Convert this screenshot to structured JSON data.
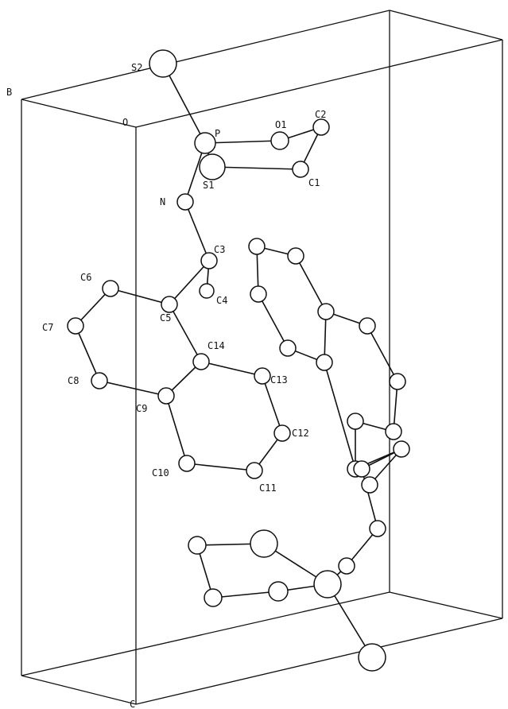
{
  "axis_labels": {
    "b": "B",
    "o": "O",
    "c": "C"
  },
  "atoms": [
    {
      "id": "S2",
      "label": "S2",
      "r": 17
    },
    {
      "id": "P",
      "label": "P",
      "r": 13
    },
    {
      "id": "O1",
      "label": "O1",
      "r": 11
    },
    {
      "id": "C2",
      "label": "C2",
      "r": 10
    },
    {
      "id": "S1",
      "label": "S1",
      "r": 16
    },
    {
      "id": "C1",
      "label": "C1",
      "r": 10
    },
    {
      "id": "N",
      "label": "N",
      "r": 10
    },
    {
      "id": "C3",
      "label": "C3",
      "r": 10
    },
    {
      "id": "C4",
      "label": "C4",
      "r": 9
    },
    {
      "id": "C5",
      "label": "C5",
      "r": 10
    },
    {
      "id": "C6",
      "label": "C6",
      "r": 10
    },
    {
      "id": "C7",
      "label": "C7",
      "r": 10
    },
    {
      "id": "C8",
      "label": "C8",
      "r": 10
    },
    {
      "id": "C9",
      "label": "C9",
      "r": 10
    },
    {
      "id": "C14",
      "label": "C14",
      "r": 10
    },
    {
      "id": "C13",
      "label": "C13",
      "r": 10
    },
    {
      "id": "C12",
      "label": "C12",
      "r": 10
    },
    {
      "id": "C11",
      "label": "C11",
      "r": 10
    },
    {
      "id": "C10",
      "label": "C10",
      "r": 10
    },
    {
      "id": "b1",
      "label": "",
      "r": 10
    },
    {
      "id": "b2",
      "label": "",
      "r": 10
    },
    {
      "id": "b3",
      "label": "",
      "r": 10
    },
    {
      "id": "b4",
      "label": "",
      "r": 10
    },
    {
      "id": "b5",
      "label": "",
      "r": 10
    },
    {
      "id": "b6",
      "label": "",
      "r": 10
    },
    {
      "id": "b7",
      "label": "",
      "r": 10
    },
    {
      "id": "b8",
      "label": "",
      "r": 10
    },
    {
      "id": "b9",
      "label": "",
      "r": 10
    },
    {
      "id": "b10",
      "label": "",
      "r": 10
    },
    {
      "id": "b11",
      "label": "",
      "r": 10
    },
    {
      "id": "b12",
      "label": "",
      "r": 10
    },
    {
      "id": "b13",
      "label": "",
      "r": 10
    },
    {
      "id": "b14",
      "label": "",
      "r": 10
    },
    {
      "id": "b15",
      "label": "",
      "r": 10
    },
    {
      "id": "b16",
      "label": "",
      "r": 10
    },
    {
      "id": "bS1",
      "label": "",
      "r": 17
    },
    {
      "id": "bP",
      "label": "",
      "r": 17
    },
    {
      "id": "bO1",
      "label": "",
      "r": 12
    },
    {
      "id": "bC1",
      "label": "",
      "r": 11
    },
    {
      "id": "bC2",
      "label": "",
      "r": 11
    },
    {
      "id": "bS2",
      "label": "",
      "r": 17
    }
  ],
  "bonds": [
    [
      "S2",
      "P"
    ],
    [
      "P",
      "O1"
    ],
    [
      "O1",
      "C2"
    ],
    [
      "C2",
      "C1"
    ],
    [
      "C1",
      "S1"
    ],
    [
      "S1",
      "P"
    ],
    [
      "P",
      "N"
    ],
    [
      "N",
      "C3"
    ],
    [
      "C3",
      "C4"
    ],
    [
      "C3",
      "C5"
    ],
    [
      "C5",
      "C6"
    ],
    [
      "C6",
      "C7"
    ],
    [
      "C7",
      "C8"
    ],
    [
      "C8",
      "C9"
    ],
    [
      "C9",
      "C14"
    ],
    [
      "C14",
      "C5"
    ],
    [
      "C14",
      "C13"
    ],
    [
      "C13",
      "C12"
    ],
    [
      "C12",
      "C11"
    ],
    [
      "C11",
      "C10"
    ],
    [
      "C10",
      "C9"
    ],
    [
      "b1",
      "b2"
    ],
    [
      "b1",
      "b3"
    ],
    [
      "b3",
      "b4"
    ],
    [
      "b4",
      "b5"
    ],
    [
      "b5",
      "b6"
    ],
    [
      "b6",
      "b2"
    ],
    [
      "b6",
      "b7"
    ],
    [
      "b7",
      "b8"
    ],
    [
      "b8",
      "b9"
    ],
    [
      "b9",
      "b10"
    ],
    [
      "b10",
      "b11"
    ],
    [
      "b11",
      "b5"
    ],
    [
      "b11",
      "b12"
    ],
    [
      "b12",
      "b13"
    ],
    [
      "b12",
      "b14"
    ],
    [
      "b14",
      "b15"
    ],
    [
      "b15",
      "b16"
    ],
    [
      "b16",
      "bP"
    ],
    [
      "bP",
      "bS1"
    ],
    [
      "bS1",
      "bC2"
    ],
    [
      "bC2",
      "bC1"
    ],
    [
      "bC1",
      "bO1"
    ],
    [
      "bO1",
      "bP"
    ],
    [
      "bP",
      "bS2"
    ]
  ]
}
